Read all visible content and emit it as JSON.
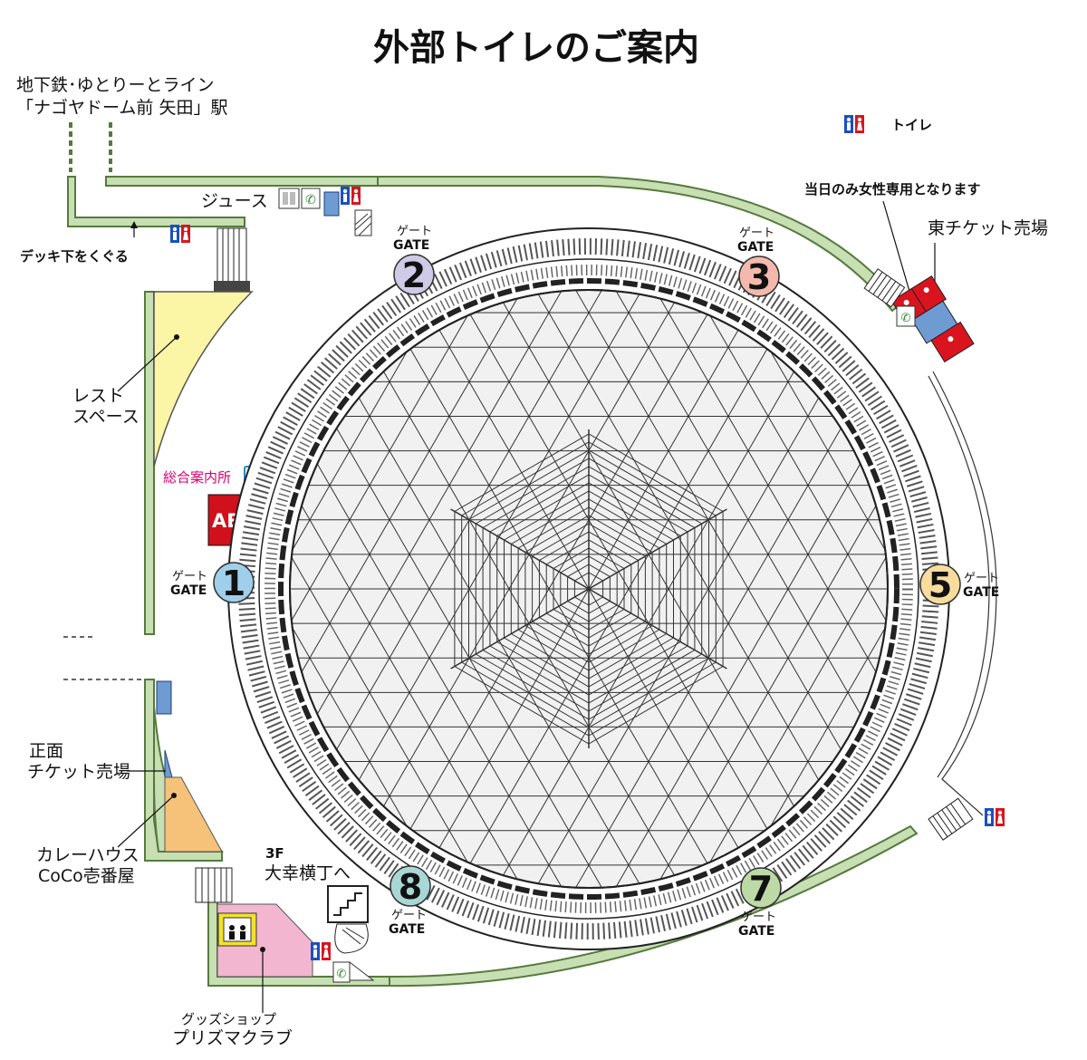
{
  "title": "外部トイレのご案内",
  "station": {
    "line1": "地下鉄･ゆとりーとライン",
    "line2": "「ナゴヤドーム前 矢田」駅"
  },
  "legend": {
    "toilet_label": "トイレ"
  },
  "labels": {
    "juice": "ジュース",
    "deck": "デッキ下をくぐる",
    "rest_space_1": "レスト",
    "rest_space_2": "スペース",
    "info_center": "総合案内所",
    "aed": "AED",
    "front_ticket_1": "正面",
    "front_ticket_2": "チケット売場",
    "curry_1": "カレーハウス",
    "curry_2": "CoCo壱番屋",
    "stairs_1": "3F",
    "stairs_2": "大幸横丁へ",
    "goods_1": "グッズショップ",
    "goods_2": "プリズマクラブ",
    "women_only_note": "当日のみ女性専用となります",
    "east_ticket": "東チケット売場"
  },
  "gates": [
    {
      "num": "1",
      "jp": "ゲート",
      "en": "GATE",
      "color": "#9fcfea"
    },
    {
      "num": "2",
      "jp": "ゲート",
      "en": "GATE",
      "color": "#cfcbe6"
    },
    {
      "num": "3",
      "jp": "ゲート",
      "en": "GATE",
      "color": "#f4b9ad"
    },
    {
      "num": "5",
      "jp": "ゲート",
      "en": "GATE",
      "color": "#f7dc9e"
    },
    {
      "num": "7",
      "jp": "ゲート",
      "en": "GATE",
      "color": "#bcd9a6"
    },
    {
      "num": "8",
      "jp": "ゲート",
      "en": "GATE",
      "color": "#a8d7d6"
    }
  ],
  "colors": {
    "walkway_green": "#c7dfb3",
    "walkway_stroke": "#557a3d",
    "rest_yellow": "#fbf5a6",
    "curry_orange": "#f6c27a",
    "goods_pink": "#f2b6d0",
    "ticket_blue": "#6f9bd3",
    "men_blue": "#1a4fbf",
    "women_red": "#d9141e",
    "aed_red": "#d0101b"
  },
  "icons": [
    "toilet-icon",
    "vending-machine-icon",
    "phone-icon",
    "info-icon",
    "elevator-icon",
    "stairs-icon"
  ]
}
